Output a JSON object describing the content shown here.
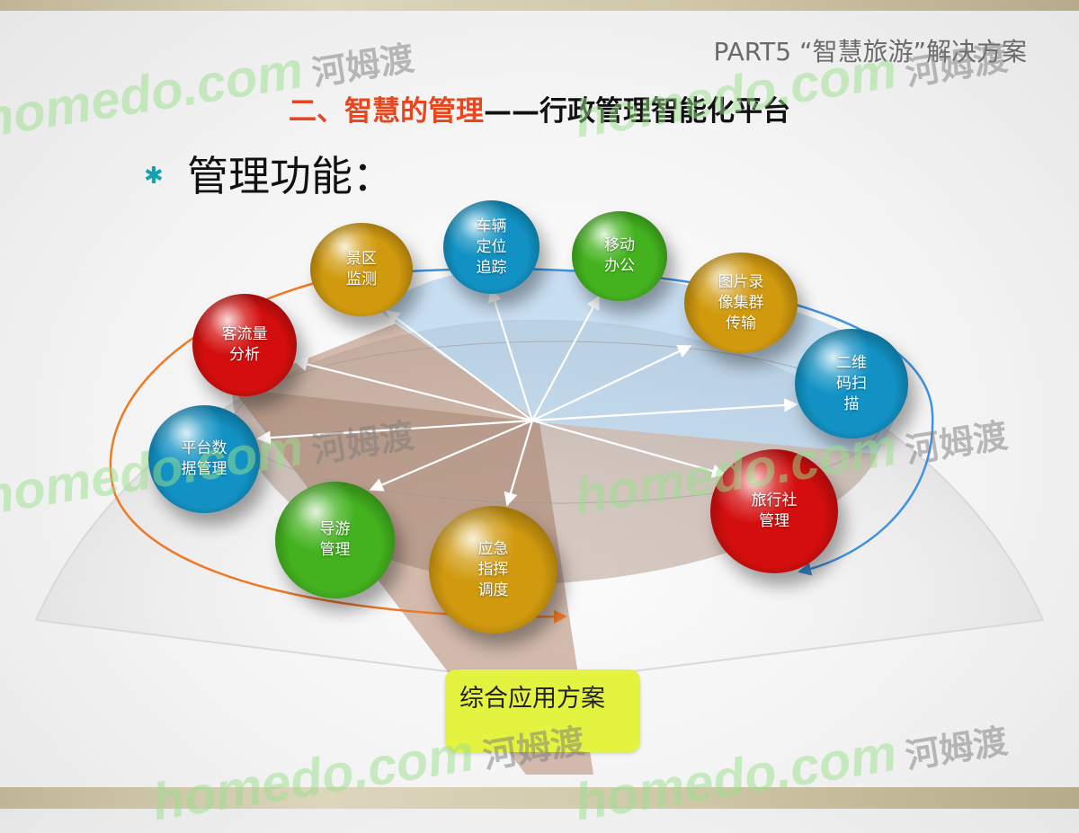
{
  "header": {
    "part_label": "PART5 “智慧旅游”解决方案",
    "title_red": "二、智慧的管理",
    "title_black": "——行政管理智能化平台"
  },
  "section": {
    "bullet_icon": "asterisk-bullet-icon",
    "heading": "管理功能："
  },
  "diagram": {
    "nodes": [
      {
        "id": "scenic",
        "lines": [
          "景区",
          "监测"
        ],
        "color": "gold"
      },
      {
        "id": "vehicle",
        "lines": [
          "车辆",
          "定位",
          "追踪"
        ],
        "color": "blue"
      },
      {
        "id": "mobile",
        "lines": [
          "移动",
          "办公"
        ],
        "color": "green"
      },
      {
        "id": "media",
        "lines": [
          "图片录",
          "像集群",
          "传输"
        ],
        "color": "gold"
      },
      {
        "id": "qrcode",
        "lines": [
          "二维",
          "码扫",
          "描"
        ],
        "color": "blue"
      },
      {
        "id": "flow",
        "lines": [
          "客流量",
          "分析"
        ],
        "color": "red"
      },
      {
        "id": "platform",
        "lines": [
          "平台数",
          "据管理"
        ],
        "color": "blue"
      },
      {
        "id": "agency",
        "lines": [
          "旅行社",
          "管理"
        ],
        "color": "red"
      },
      {
        "id": "guide",
        "lines": [
          "导游",
          "管理"
        ],
        "color": "green"
      },
      {
        "id": "emergency",
        "lines": [
          "应急",
          "指挥",
          "调度"
        ],
        "color": "gold"
      }
    ],
    "result_label": "综合应用方案",
    "colors": {
      "gold": "#d19a0e",
      "blue": "#1292c4",
      "green": "#43b21e",
      "red": "#d40e0e",
      "orange_arc": "#ef7a26",
      "blue_arc": "#3f93e0",
      "result_box": "#e4f240"
    }
  },
  "watermark": {
    "brand": "homedo.com",
    "cn": "河姆渡"
  }
}
